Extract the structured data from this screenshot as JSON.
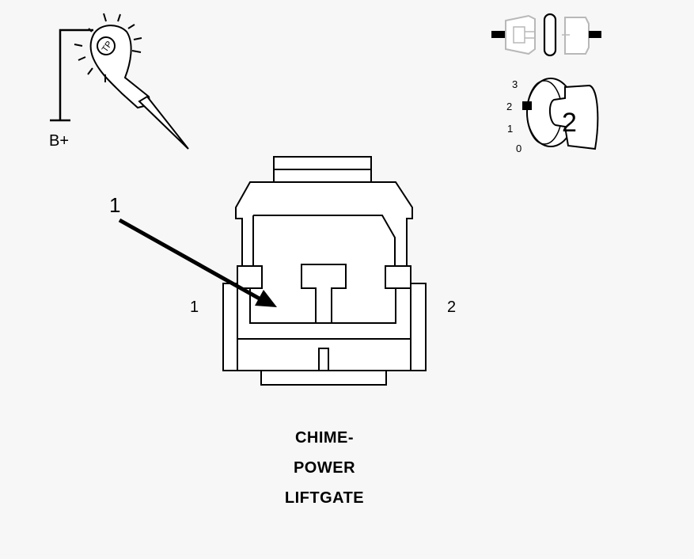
{
  "probe": {
    "supply_label": "B+",
    "badge_text": "TP"
  },
  "key_icon": {
    "positions": [
      "3",
      "2",
      "1",
      "0"
    ],
    "selected_position": "2",
    "key_number": "2"
  },
  "connector": {
    "callout_number": "1",
    "terminal_left": "1",
    "terminal_right": "2"
  },
  "caption": {
    "line1": "CHIME-",
    "line2": "POWER",
    "line3": "LIFTGATE"
  },
  "colors": {
    "background": "#f7f7f7",
    "ink": "#000000",
    "ghost": "#b8b8b8"
  }
}
